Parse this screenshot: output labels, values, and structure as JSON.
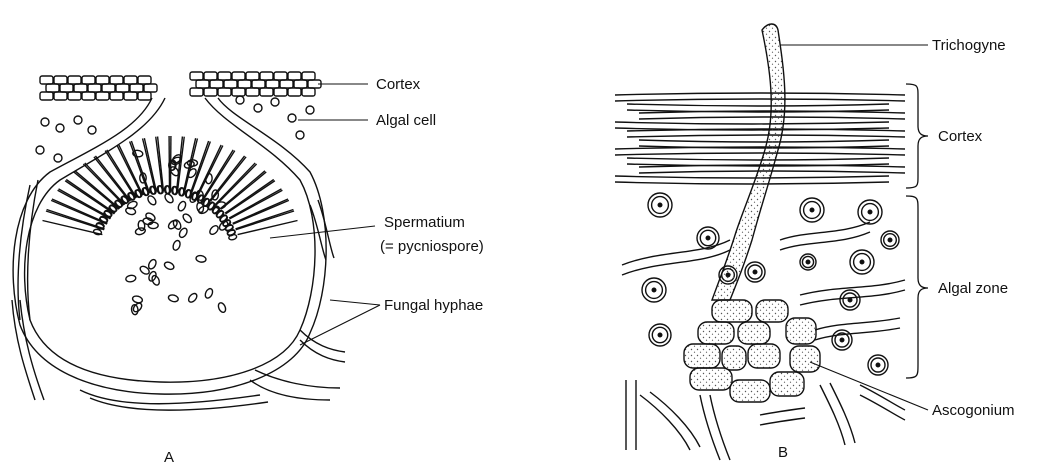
{
  "panels": [
    {
      "id": "A",
      "caption": "A",
      "labels": {
        "cortex": "Cortex",
        "algal_cell": "Algal cell",
        "spermatium": "Spermatium",
        "spermatium_alt": "(= pycniospore)",
        "fungal_hyphae": "Fungal hyphae"
      }
    },
    {
      "id": "B",
      "caption": "B",
      "labels": {
        "trichogyne": "Trichogyne",
        "cortex": "Cortex",
        "algal_zone": "Algal zone",
        "ascogonium": "Ascogonium"
      }
    }
  ],
  "colors": {
    "ink": "#111111",
    "background": "#ffffff",
    "stipple": "#555555"
  }
}
